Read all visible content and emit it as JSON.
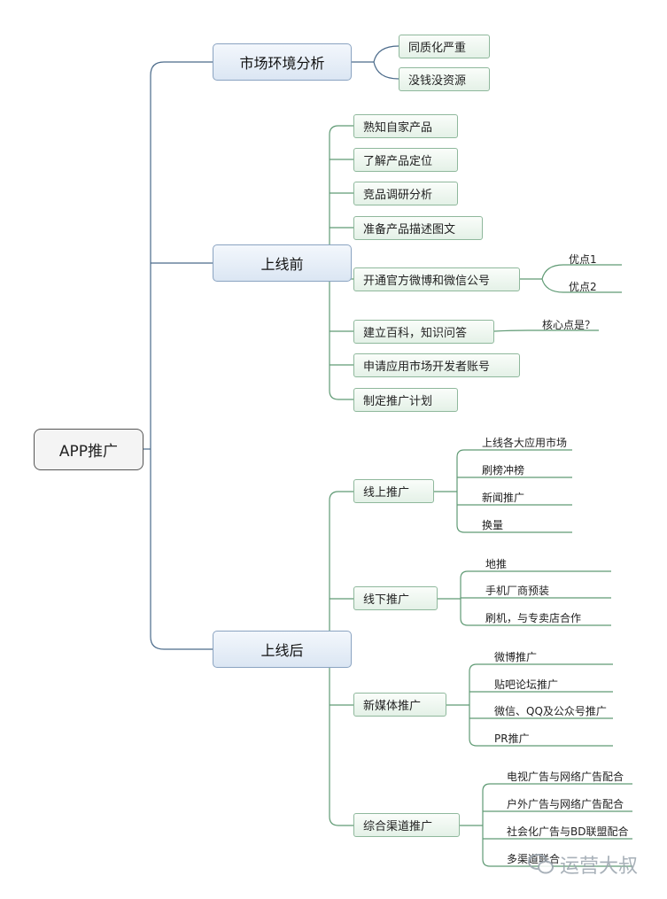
{
  "root": {
    "label": "APP推广"
  },
  "branches": [
    {
      "label": "市场环境分析",
      "children": [
        {
          "label": "同质化严重"
        },
        {
          "label": "没钱没资源"
        }
      ]
    },
    {
      "label": "上线前",
      "children": [
        {
          "label": "熟知自家产品"
        },
        {
          "label": "了解产品定位"
        },
        {
          "label": "竞品调研分析"
        },
        {
          "label": "准备产品描述图文"
        },
        {
          "label": "开通官方微博和微信公号",
          "notes": [
            "优点1",
            "优点2"
          ]
        },
        {
          "label": "建立百科，知识问答",
          "notes": [
            "核心点是？"
          ]
        },
        {
          "label": "申请应用市场开发者账号"
        },
        {
          "label": "制定推广计划"
        }
      ]
    },
    {
      "label": "上线后",
      "children": [
        {
          "label": "线上推广",
          "leaves": [
            "上线各大应用市场",
            "刷榜冲榜",
            "新闻推广",
            "换量"
          ]
        },
        {
          "label": "线下推广",
          "leaves": [
            "地推",
            "手机厂商预装",
            "刷机，与专卖店合作"
          ]
        },
        {
          "label": "新媒体推广",
          "leaves": [
            "微博推广",
            "贴吧论坛推广",
            "微信、QQ及公众号推广",
            "PR推广"
          ]
        },
        {
          "label": "综合渠道推广",
          "leaves": [
            "电视广告与网络广告配合",
            "户外广告与网络广告配合",
            "社会化广告与BD联盟配合",
            "多渠道联合"
          ]
        }
      ]
    }
  ],
  "watermark": {
    "text": "运营大叔",
    "icon": "wechat-icon"
  },
  "colors": {
    "line_top": "#4a6a8a",
    "line_green": "#5f9a74"
  }
}
